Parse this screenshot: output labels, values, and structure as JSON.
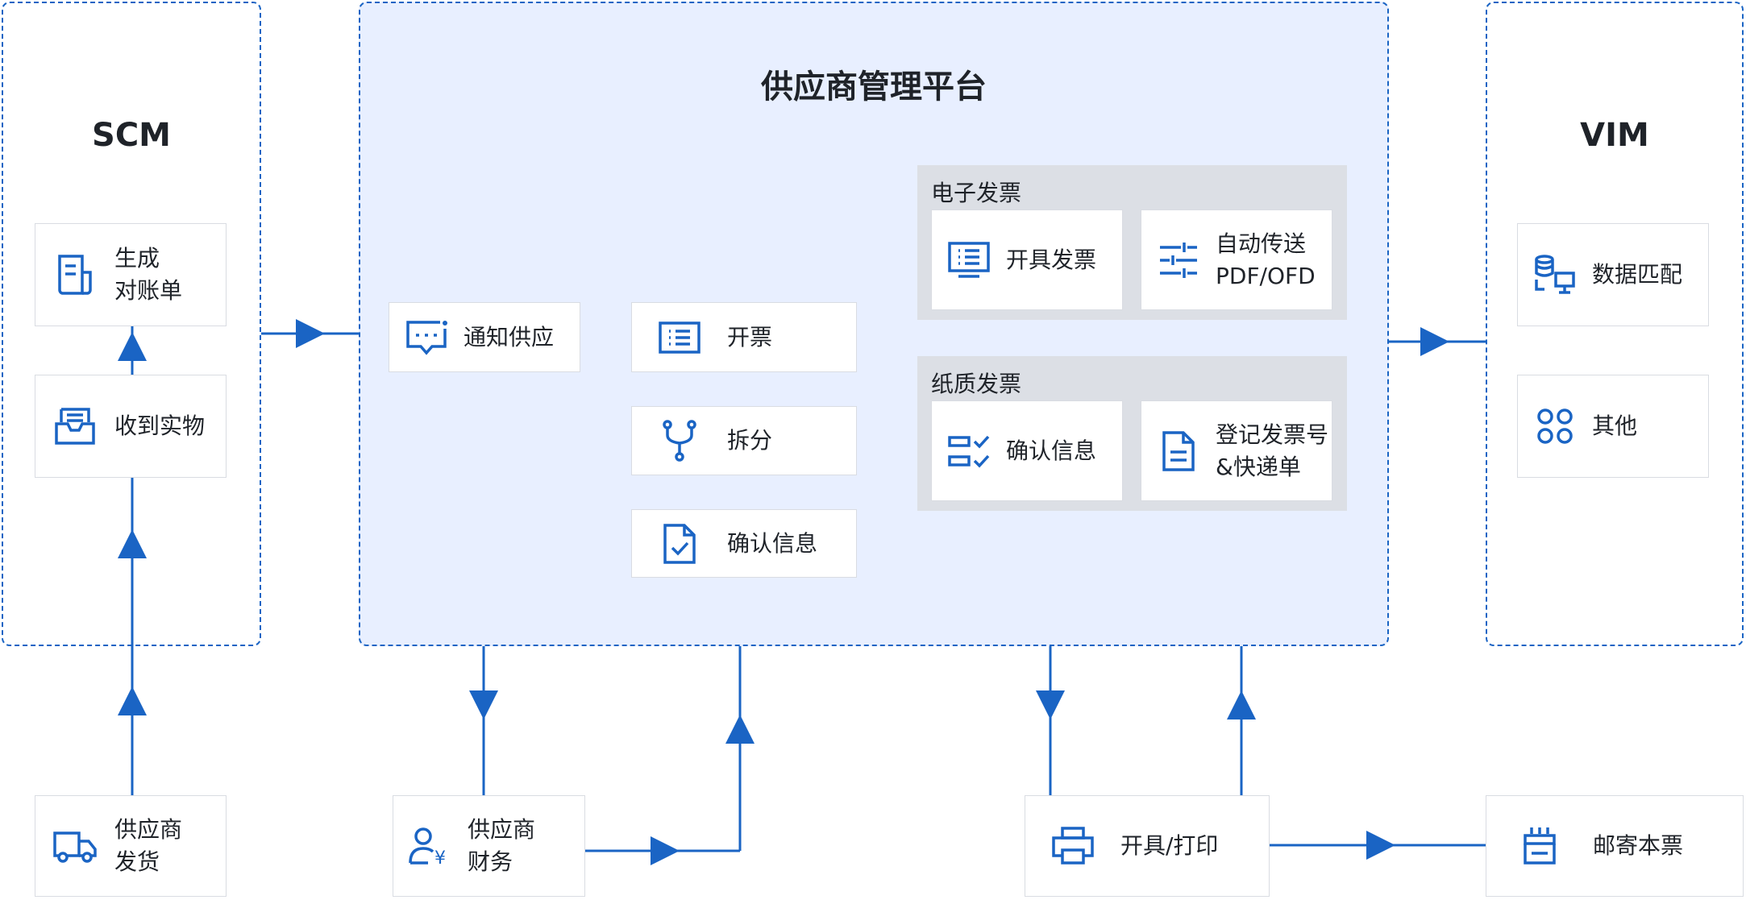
{
  "panels": {
    "scm": {
      "title": "SCM"
    },
    "platform": {
      "title": "供应商管理平台"
    },
    "vim": {
      "title": "VIM"
    }
  },
  "groups": {
    "electronic": {
      "title": "电子发票"
    },
    "paper": {
      "title": "纸质发票"
    }
  },
  "nodes": {
    "generate_statement": {
      "label": "生成\n对账单",
      "icon": "document-icon"
    },
    "receive_goods": {
      "label": "收到实物",
      "icon": "inbox-icon"
    },
    "supplier_ship": {
      "label": "供应商\n发货",
      "icon": "truck-icon"
    },
    "notify_supplier": {
      "label": "通知供应",
      "icon": "message-icon"
    },
    "invoice": {
      "label": "开票",
      "icon": "list-icon"
    },
    "split": {
      "label": "拆分",
      "icon": "split-icon"
    },
    "confirm_info_mid": {
      "label": "确认信息",
      "icon": "file-check-icon"
    },
    "issue_invoice": {
      "label": "开具发票",
      "icon": "monitor-list-icon"
    },
    "auto_send": {
      "label": "自动传送\nPDF/OFD",
      "icon": "sliders-icon"
    },
    "confirm_info_paper": {
      "label": "确认信息",
      "icon": "checklist-icon"
    },
    "register_invoice": {
      "label": "登记发票号\n&快递单",
      "icon": "file-text-icon"
    },
    "data_match": {
      "label": "数据匹配",
      "icon": "database-icon"
    },
    "other": {
      "label": "其他",
      "icon": "grid-circles-icon"
    },
    "supplier_finance": {
      "label": "供应商\n财务",
      "icon": "user-yen-icon"
    },
    "issue_print": {
      "label": "开具/打印",
      "icon": "printer-icon"
    },
    "mail_invoice": {
      "label": "邮寄本票",
      "icon": "mail-box-icon"
    }
  },
  "colors": {
    "accent": "#1a64c4",
    "panel_fill": "#e8efff",
    "group_fill": "#dcdfe5",
    "border": "#d9dce2"
  }
}
